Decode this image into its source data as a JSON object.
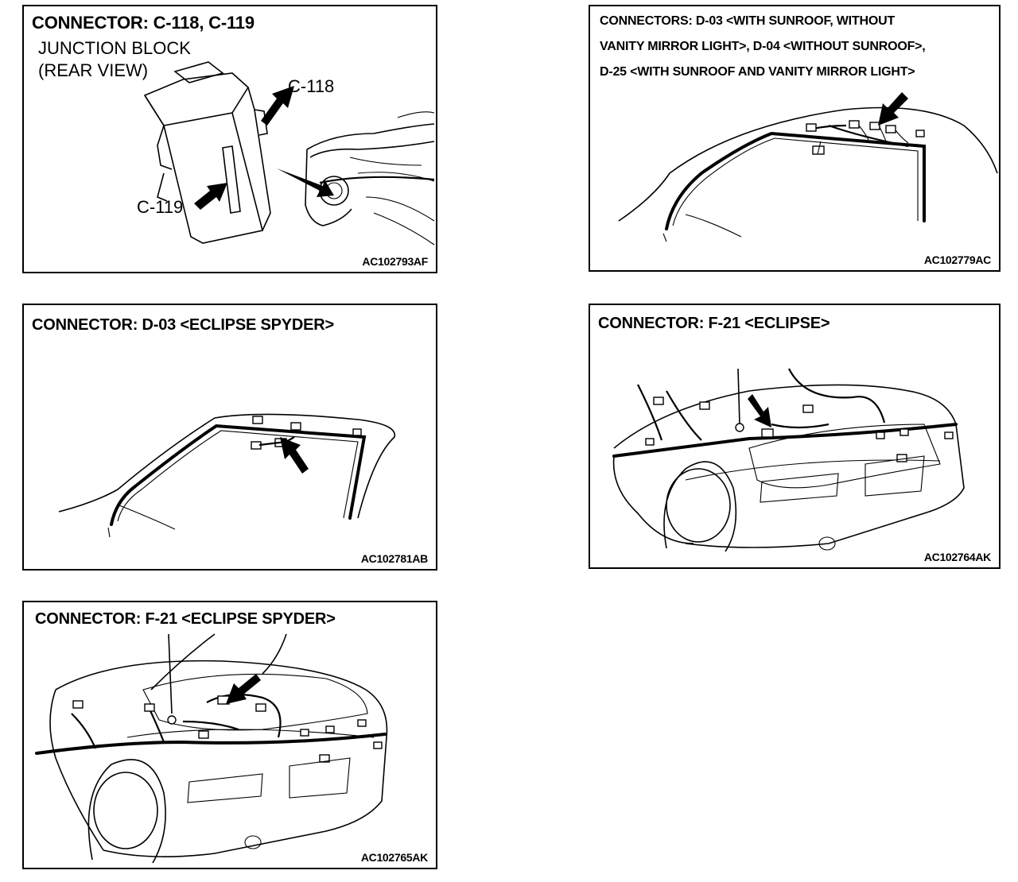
{
  "panels": [
    {
      "title": "CONNECTOR: C-118, C-119",
      "subtitle_line1": "JUNCTION BLOCK",
      "subtitle_line2": "(REAR VIEW)",
      "callout_a": "C-118",
      "callout_b": "C-119",
      "code": "AC102793AF"
    },
    {
      "title_line1": "CONNECTORS: D-03 <WITH SUNROOF, WITHOUT",
      "title_line2": "VANITY MIRROR LIGHT>, D-04 <WITHOUT SUNROOF>,",
      "title_line3": "D-25 <WITH SUNROOF AND VANITY MIRROR LIGHT>",
      "code": "AC102779AC"
    },
    {
      "title": "CONNECTOR: D-03 <ECLIPSE SPYDER>",
      "code": "AC102781AB"
    },
    {
      "title": "CONNECTOR: F-21 <ECLIPSE>",
      "code": "AC102764AK"
    },
    {
      "title": "CONNECTOR: F-21 <ECLIPSE SPYDER>",
      "code": "AC102765AK"
    }
  ]
}
